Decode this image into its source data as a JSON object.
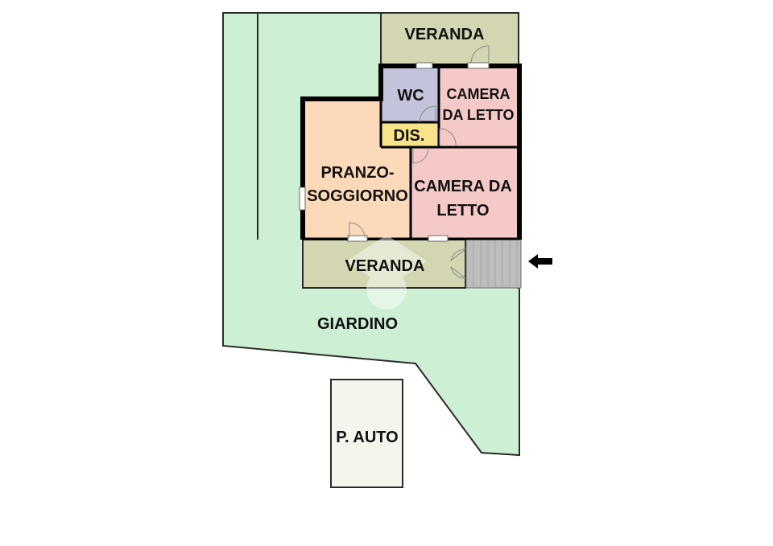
{
  "colors": {
    "garden": "#cdf0d4",
    "veranda": "#d3d6b0",
    "wc": "#c3c3dc",
    "bedroom": "#f6c9c9",
    "living": "#fbd9b9",
    "hall": "#f8e38a",
    "parking": "#f5f5ed",
    "stairs": "#bdbdbd",
    "wall": "#000000",
    "outline": "#2b2b2b"
  },
  "rooms": {
    "veranda_top": "VERANDA",
    "wc": "WC",
    "bedroom_small_line1": "CAMERA",
    "bedroom_small_line2": "DA LETTO",
    "hall": "DIS.",
    "living_line1": "PRANZO-",
    "living_line2": "SOGGIORNO",
    "bedroom_large_line1": "CAMERA DA",
    "bedroom_large_line2": "LETTO",
    "veranda_bottom": "VERANDA",
    "garden": "GIARDINO",
    "parking": "P. AUTO"
  },
  "icons": {
    "entrance": "arrow-left-icon"
  }
}
